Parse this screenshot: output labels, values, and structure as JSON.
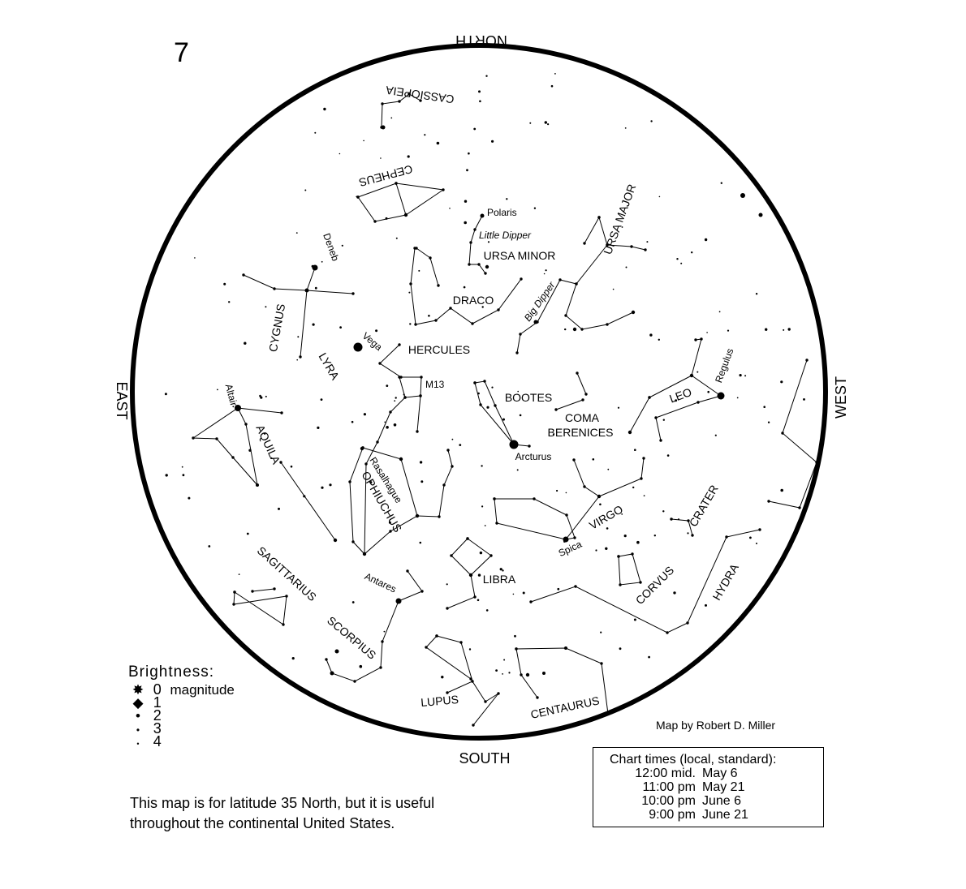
{
  "page_number": "7",
  "directions": {
    "north": "NORTH",
    "south": "SOUTH",
    "east": "EAST",
    "west": "WEST"
  },
  "constellations": {
    "cassiopeia": "CASSIOPEIA",
    "cepheus": "CEPHEUS",
    "ursa_minor": "URSA MINOR",
    "ursa_major": "URSA MAJOR",
    "draco": "DRACO",
    "cygnus": "CYGNUS",
    "lyra": "LYRA",
    "hercules": "HERCULES",
    "bootes": "BOOTES",
    "coma": "COMA",
    "berenices": "BERENICES",
    "leo": "LEO",
    "aquila": "AQUILA",
    "ophiuchus": "OPHIUCHUS",
    "virgo": "VIRGO",
    "crater": "CRATER",
    "sagittarius": "SAGITTARIUS",
    "scorpius": "SCORPIUS",
    "libra": "LIBRA",
    "corvus": "CORVUS",
    "hydra": "HYDRA",
    "lupus": "LUPUS",
    "centaurus": "CENTAURUS"
  },
  "stars": {
    "polaris": "Polaris",
    "deneb": "Deneb",
    "vega": "Vega",
    "altair": "Altair",
    "arcturus": "Arcturus",
    "regulus": "Regulus",
    "rasalhague": "Rasalhague",
    "spica": "Spica",
    "antares": "Antares"
  },
  "asterisms": {
    "little_dipper": "Little Dipper",
    "big_dipper": "Big Dipper"
  },
  "objects": {
    "m13": "M13"
  },
  "legend": {
    "title": "Brightness:",
    "magnitude_label": "magnitude",
    "levels": [
      "0",
      "1",
      "2",
      "3",
      "4"
    ]
  },
  "credit": "Map by Robert D. Miller",
  "note": {
    "line1": "This map is for latitude 35  North, but it is useful",
    "line2": "throughout the continental United States."
  },
  "chart_times": {
    "header": "Chart times (local, standard):",
    "rows": [
      {
        "time": "12:00 mid.",
        "date": "May 6"
      },
      {
        "time": "11:00 pm",
        "date": "May 21"
      },
      {
        "time": "10:00 pm",
        "date": "June 6"
      },
      {
        "time": "9:00 pm",
        "date": "June 21"
      }
    ]
  }
}
